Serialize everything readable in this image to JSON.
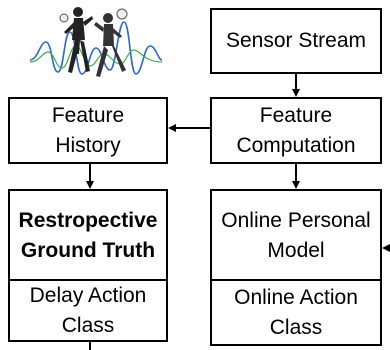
{
  "boxes": {
    "sensor_stream": "Sensor Stream",
    "feature_computation": [
      "Feature",
      "Computation"
    ],
    "feature_history": [
      "Feature",
      "History"
    ],
    "retrospective_ground_truth": [
      "Restropective",
      "Ground Truth"
    ],
    "online_personal_model": [
      "Online Personal",
      "Model"
    ],
    "delay_action_class": [
      "Delay Action",
      "Class"
    ],
    "online_action_class": [
      "Online Action",
      "Class"
    ]
  },
  "illustration": {
    "icon": "soccer-players-with-signal-waves-icon",
    "wave_color": "#2f66d0",
    "wave_accent_color": "#3cb04a"
  },
  "colors": {
    "border": "#000000",
    "arrow": "#000000",
    "text": "#000000"
  }
}
